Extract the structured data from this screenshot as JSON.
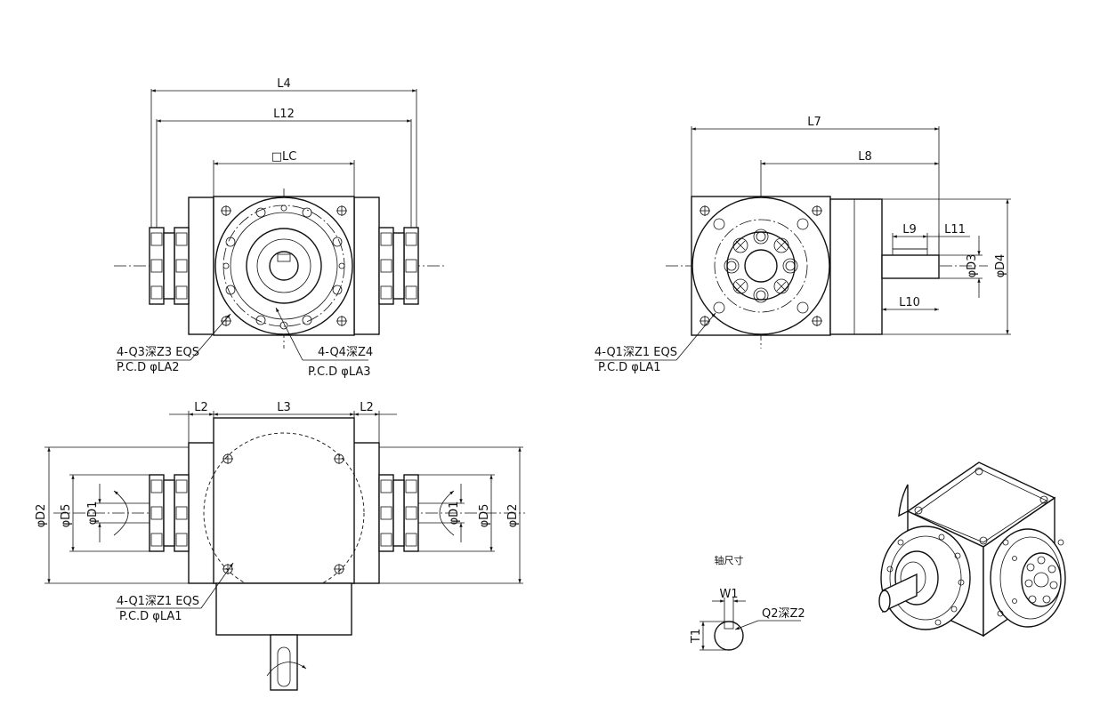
{
  "dimensions": {
    "L4": "L4",
    "L12": "L12",
    "LC": "□LC",
    "L7": "L7",
    "L8": "L8",
    "L9": "L9",
    "L11": "L11",
    "L10": "L10",
    "D3": "φD3",
    "D4": "φD4",
    "L2": "L2",
    "L3": "L3",
    "D2": "φD2",
    "D5": "φD5",
    "D1": "φD1",
    "W1": "W1",
    "T1": "T1"
  },
  "callouts": {
    "q3": "4-Q3深Z3 EQS",
    "pcd_la2": "P.C.D φLA2",
    "q4": "4-Q4深Z4",
    "pcd_la3": "P.C.D φLA3",
    "q1_side": "4-Q1深Z1 EQS",
    "pcd_la1_side": "P.C.D φLA1",
    "q1_top": "4-Q1深Z1 EQS",
    "pcd_la1_top": "P.C.D φLA1",
    "q2": "Q2深Z2"
  },
  "shaft_title": "轴尺寸"
}
